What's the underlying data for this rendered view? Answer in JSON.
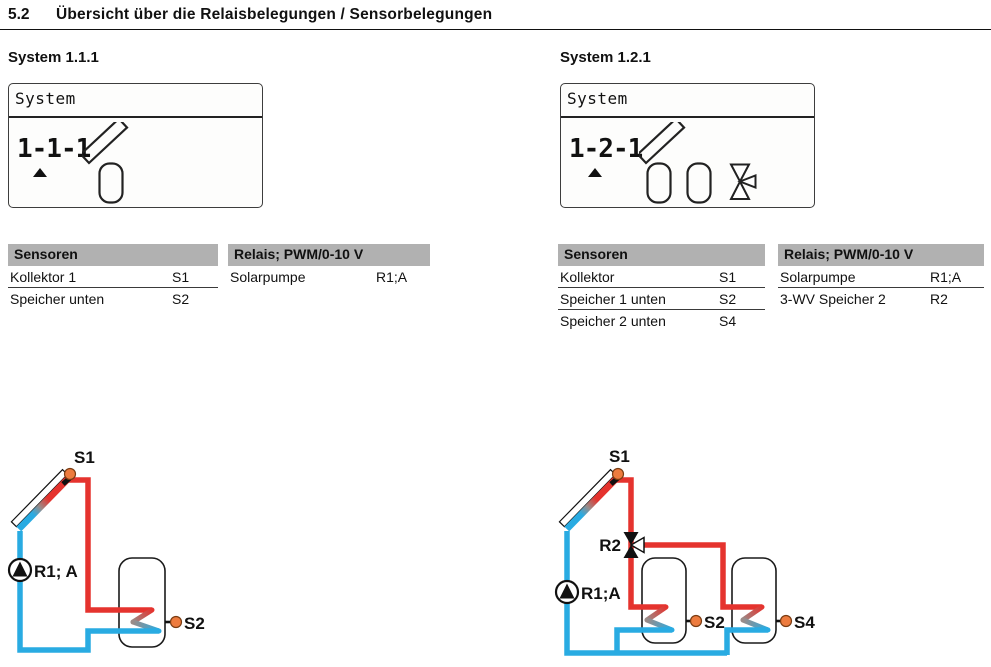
{
  "page": {
    "section_number": "5.2",
    "section_title": "Übersicht über die Relaisbelegungen / Sensorbelegungen"
  },
  "systems": [
    {
      "title": "System 1.1.1",
      "display": {
        "title": "System",
        "code": "1-1-1",
        "icons": [
          "collector-icon",
          "store-icon"
        ]
      },
      "sensors": {
        "header": "Sensoren",
        "rows": [
          {
            "label": "Kollektor 1",
            "value": "S1"
          },
          {
            "label": "Speicher unten",
            "value": "S2"
          }
        ]
      },
      "relays": {
        "header": "Relais; PWM/0-10 V",
        "rows": [
          {
            "label": "Solarpumpe",
            "value": "R1;A"
          }
        ]
      },
      "schematic": {
        "collector_sensor": "S1",
        "store_sensor": "S2",
        "pump": "R1; A"
      }
    },
    {
      "title": "System 1.2.1",
      "display": {
        "title": "System",
        "code": "1-2-1",
        "icons": [
          "collector-icon",
          "store-icon",
          "store-icon",
          "valve-icon"
        ]
      },
      "sensors": {
        "header": "Sensoren",
        "rows": [
          {
            "label": "Kollektor",
            "value": "S1"
          },
          {
            "label": "Speicher 1 unten",
            "value": "S2"
          },
          {
            "label": "Speicher 2 unten",
            "value": "S4"
          }
        ]
      },
      "relays": {
        "header": "Relais; PWM/0-10 V",
        "rows": [
          {
            "label": "Solarpumpe",
            "value": "R1;A"
          },
          {
            "label": "3-WV Speicher 2",
            "value": "R2"
          }
        ]
      },
      "schematic": {
        "collector_sensor": "S1",
        "store1_sensor": "S2",
        "store2_sensor": "S4",
        "pump": "R1;A",
        "valve": "R2"
      }
    }
  ],
  "colors": {
    "hot_pipe": "#e5332e",
    "cold_pipe": "#29abe2",
    "sensor_dot": "#ed7b3e",
    "table_header_bg": "#b1b1b1"
  }
}
